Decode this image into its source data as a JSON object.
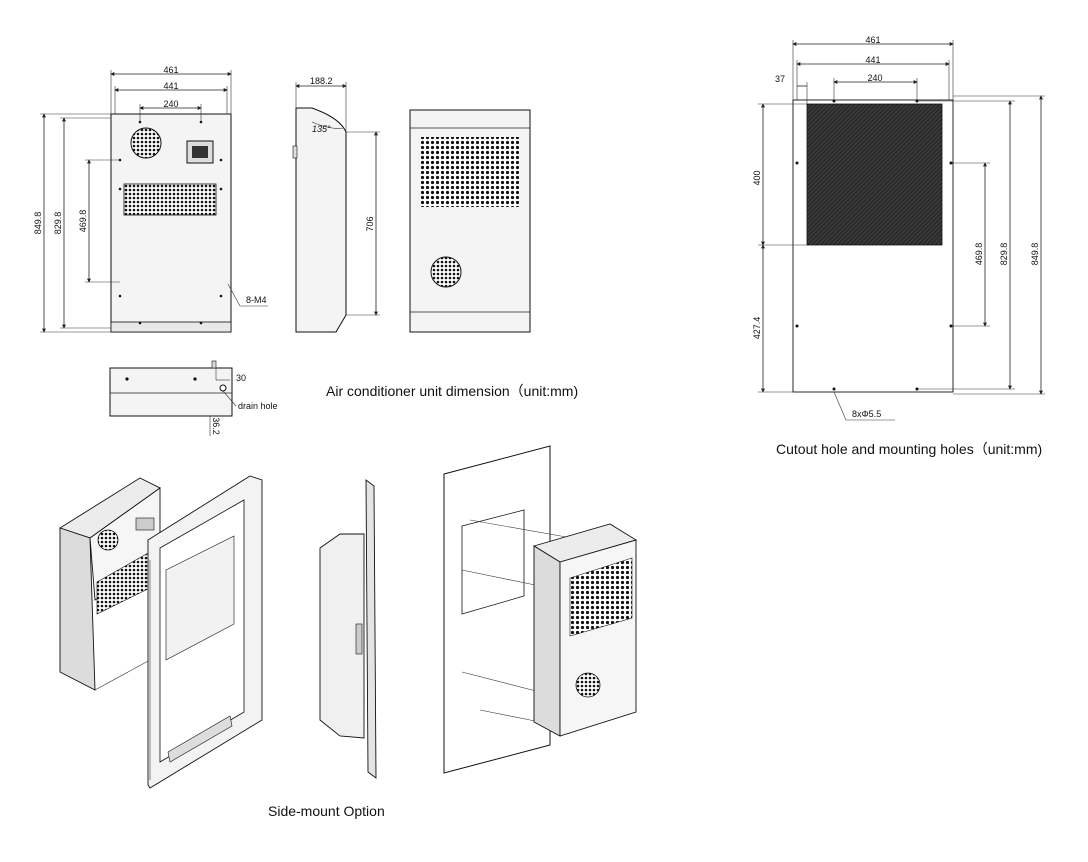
{
  "captions": {
    "unit_dimension": "Air conditioner unit dimension（unit:mm)",
    "cutout": "Cutout hole and mounting holes（unit:mm)",
    "side_mount": "Side-mount Option"
  },
  "front_view": {
    "w_outer": "461",
    "w_inner": "441",
    "w_holes": "240",
    "h_outer": "849.8",
    "h_inner": "829.8",
    "h_holes": "469.8",
    "screws": "8-M4"
  },
  "side_view": {
    "depth": "188.2",
    "angle": "135°",
    "height": "706"
  },
  "bottom_view": {
    "offset": "30",
    "drain": "drain hole",
    "depth": "36.2"
  },
  "cutout_view": {
    "w_outer": "461",
    "w_inner": "441",
    "w_holes": "240",
    "left_offset": "37",
    "cut_height": "400",
    "bottom_height": "427.4",
    "h_holes": "469.8",
    "h_inner": "829.8",
    "h_outer": "849.8",
    "holes": "8xΦ5.5"
  }
}
